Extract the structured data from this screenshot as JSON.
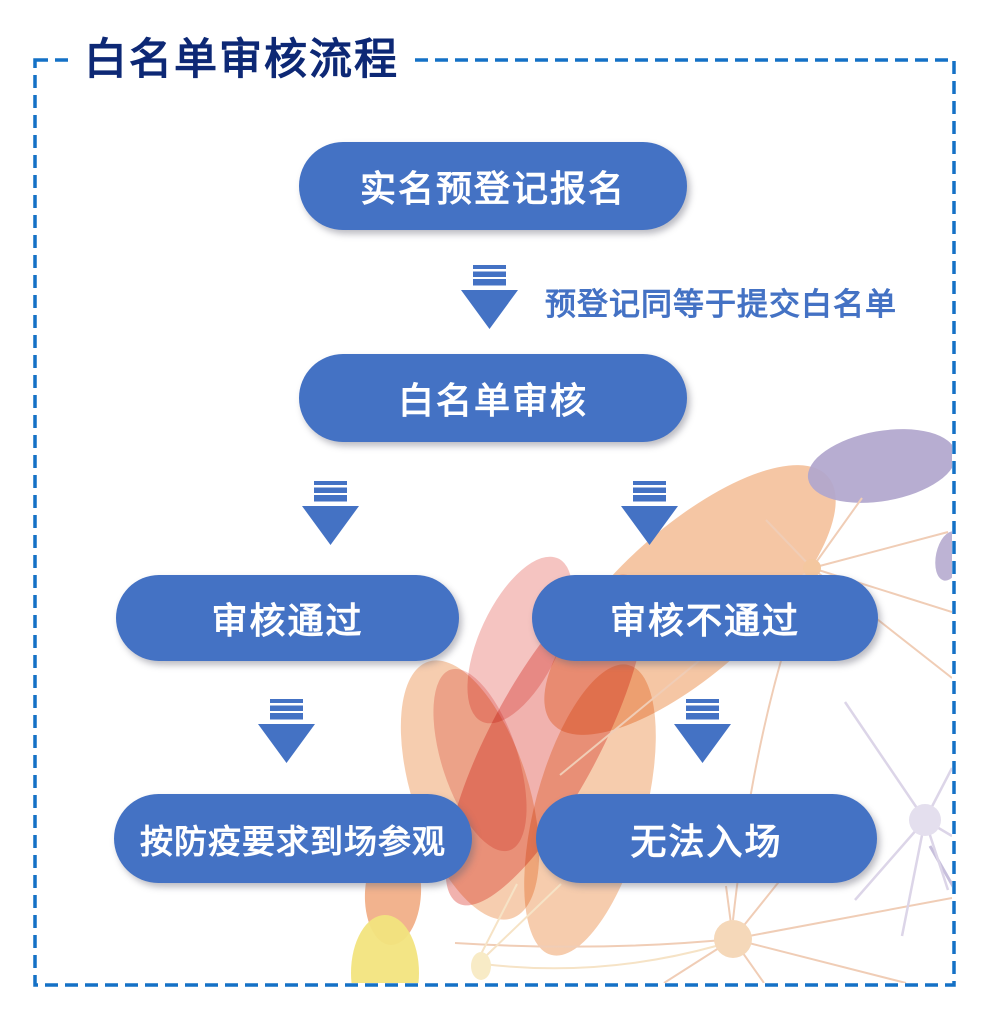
{
  "title": "白名单审核流程",
  "flow": {
    "step1": {
      "label": "实名预登记报名"
    },
    "arrow1_note": "预登记同等于提交白名单",
    "step2": {
      "label": "白名单审核"
    },
    "branch_pass": {
      "label": "审核通过"
    },
    "branch_fail": {
      "label": "审核不通过"
    },
    "result_pass": {
      "label": "按防疫要求到场参观"
    },
    "result_fail": {
      "label": "无法入场"
    }
  },
  "colors": {
    "box_fill": "#4472c4",
    "arrow_fill": "#4472c4",
    "note_text": "#4472c4",
    "title_text": "#0d2875",
    "border_dash": "#1471c6"
  }
}
